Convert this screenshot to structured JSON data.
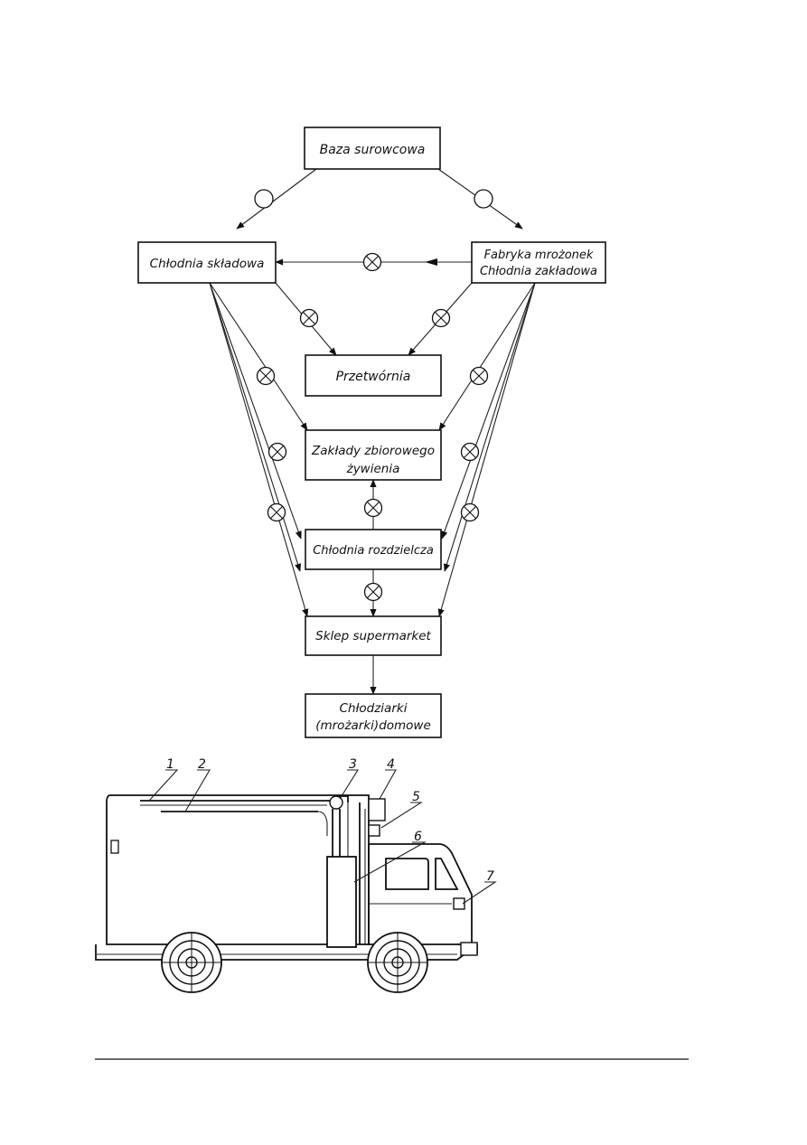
{
  "flow_diagram": {
    "nodes": {
      "baza": {
        "lines": [
          "Baza surowcowa"
        ]
      },
      "chlodnia_skladowa": {
        "lines": [
          "Chłodnia składowa"
        ]
      },
      "fabryka": {
        "lines": [
          "Fabryka mrożonek",
          "Chłodnia zakładowa"
        ]
      },
      "przetwornia": {
        "lines": [
          "Przetwórnia"
        ]
      },
      "zaklady": {
        "lines": [
          "Zakłady zbiorowego",
          "żywienia"
        ]
      },
      "chlodnia_rozdzielcza": {
        "lines": [
          "Chłodnia rozdzielcza"
        ]
      },
      "sklep": {
        "lines": [
          "Sklep supermarket"
        ]
      },
      "chlodziarki": {
        "lines": [
          "Chłodziarki",
          "(mrożarki)domowe"
        ]
      }
    }
  },
  "vehicle_diagram": {
    "callouts": [
      "1",
      "2",
      "3",
      "4",
      "5",
      "6",
      "7"
    ]
  }
}
